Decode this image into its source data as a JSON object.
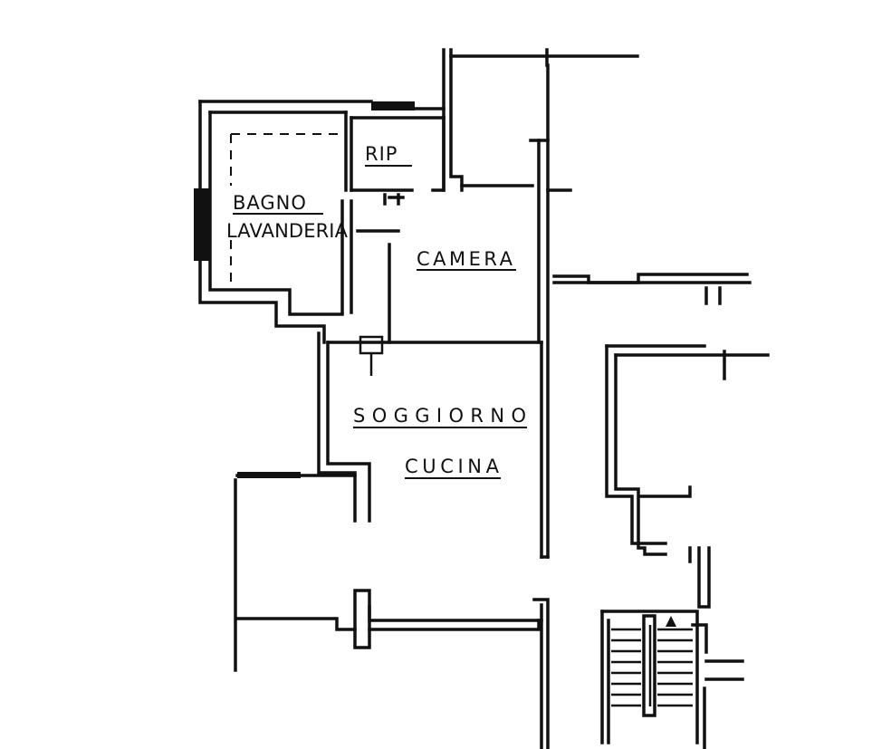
{
  "rooms": {
    "bagno": "BAGNO",
    "lavanderia": "LAVANDERIA",
    "rip": "RIP",
    "camera": "CAMERA",
    "soggiorno": "SOGGIORNO",
    "cucina": "CUCINA"
  },
  "stair_arrow_icon": "up-arrow"
}
